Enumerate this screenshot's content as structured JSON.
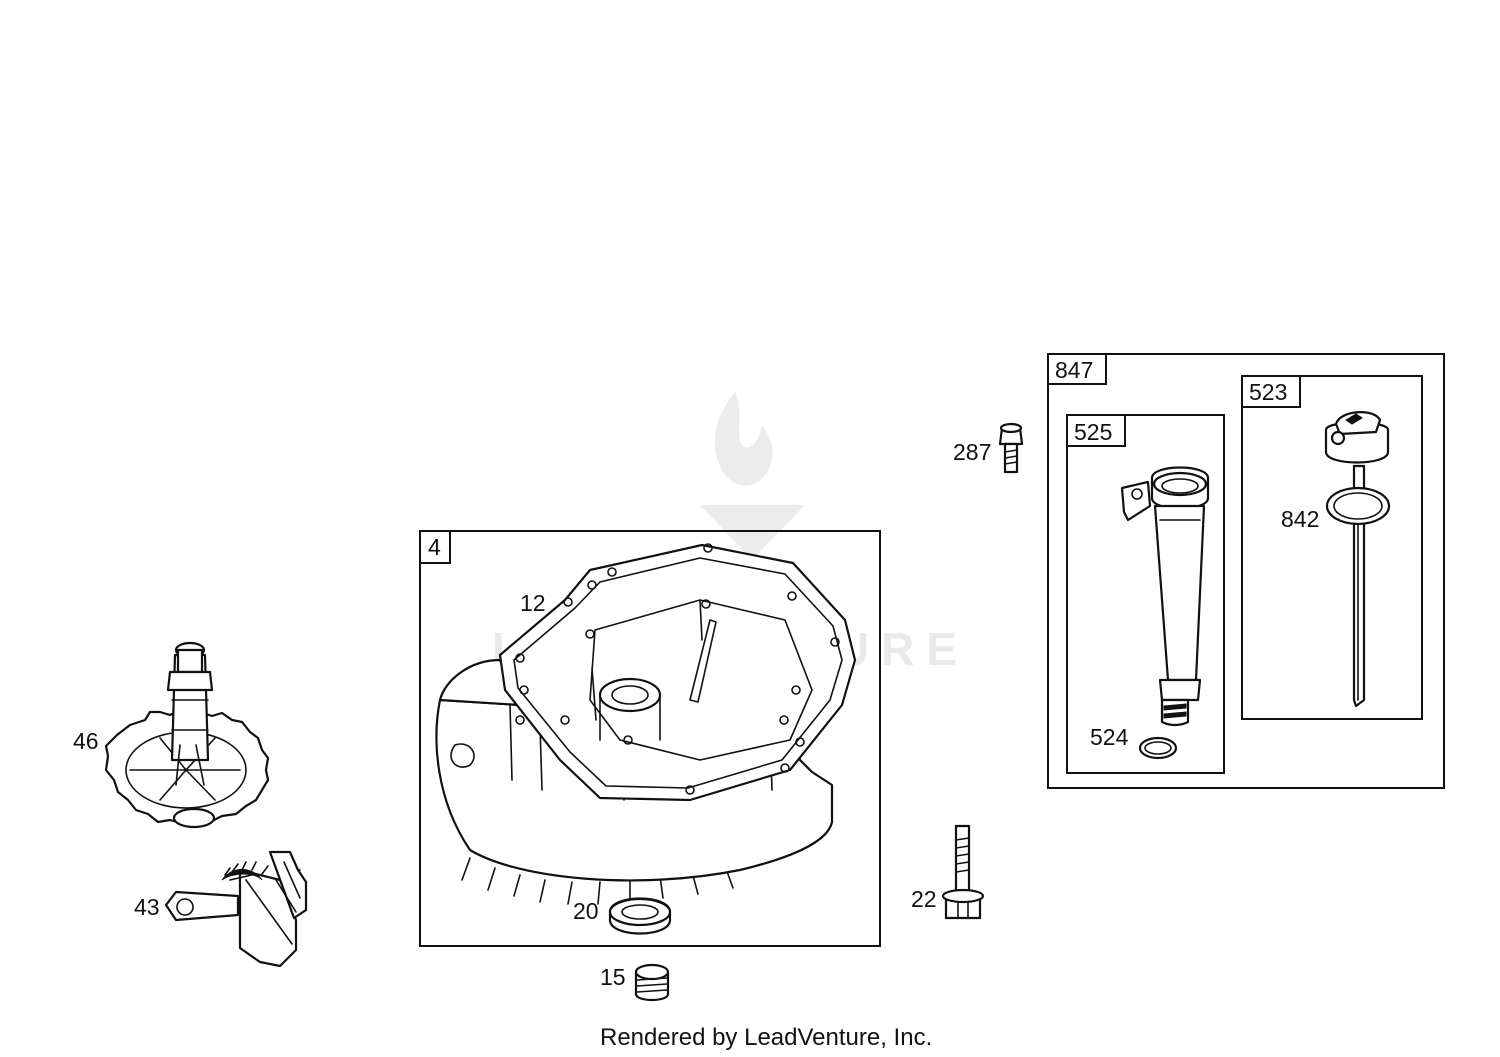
{
  "diagram": {
    "labels": {
      "l4": "4",
      "l12": "12",
      "l15": "15",
      "l20": "20",
      "l22": "22",
      "l43": "43",
      "l46": "46",
      "l287": "287",
      "l523": "523",
      "l524": "524",
      "l525": "525",
      "l842": "842",
      "l847": "847"
    },
    "watermark_text": "LEADVENTURE",
    "footer": "Rendered by LeadVenture, Inc."
  },
  "colors": {
    "line": "#111111",
    "background": "#ffffff",
    "watermark": "#e9e9e9"
  }
}
